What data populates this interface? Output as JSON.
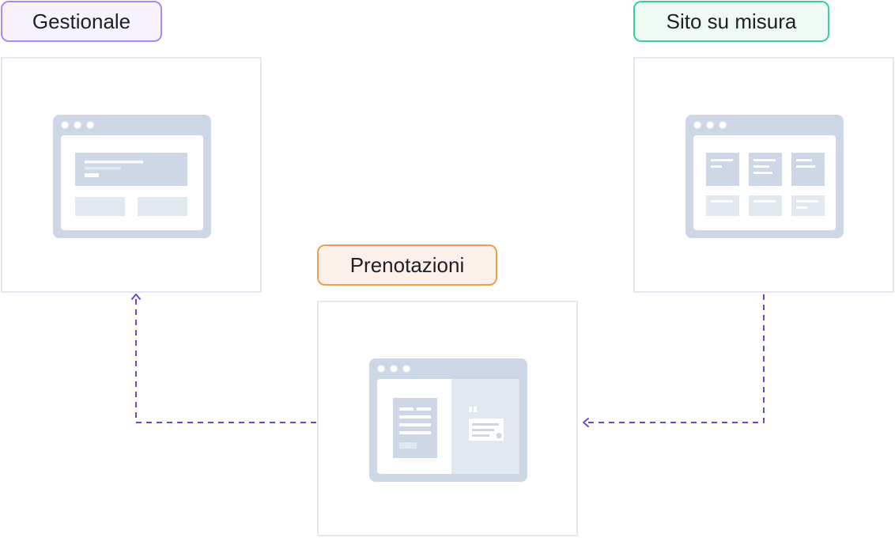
{
  "nodes": {
    "gestionale": {
      "title": "Gestionale"
    },
    "sito_su_misura": {
      "title": "Sito su misura"
    },
    "prenotazioni": {
      "title": "Prenotazioni"
    }
  },
  "colors": {
    "gestionale_border": "#a78bfa",
    "gestionale_fill": "#f6f3ff",
    "sito_border": "#34d399",
    "sito_fill": "#effaf4",
    "prenotazioni_border": "#f29d4b",
    "prenotazioni_fill": "#fcf1ea",
    "panel_border": "#e5e8f3",
    "mockup_fill": "#cdd7e6",
    "mockup_light": "#e2e8f0",
    "connector": "#5f4bdb"
  },
  "icons": {
    "gestionale": "dashboard-mockup-icon",
    "sito_su_misura": "website-grid-mockup-icon",
    "prenotazioni": "booking-form-mockup-icon"
  },
  "edges": [
    {
      "from": "prenotazioni",
      "to": "gestionale"
    },
    {
      "from": "sito_su_misura",
      "to": "prenotazioni"
    }
  ]
}
